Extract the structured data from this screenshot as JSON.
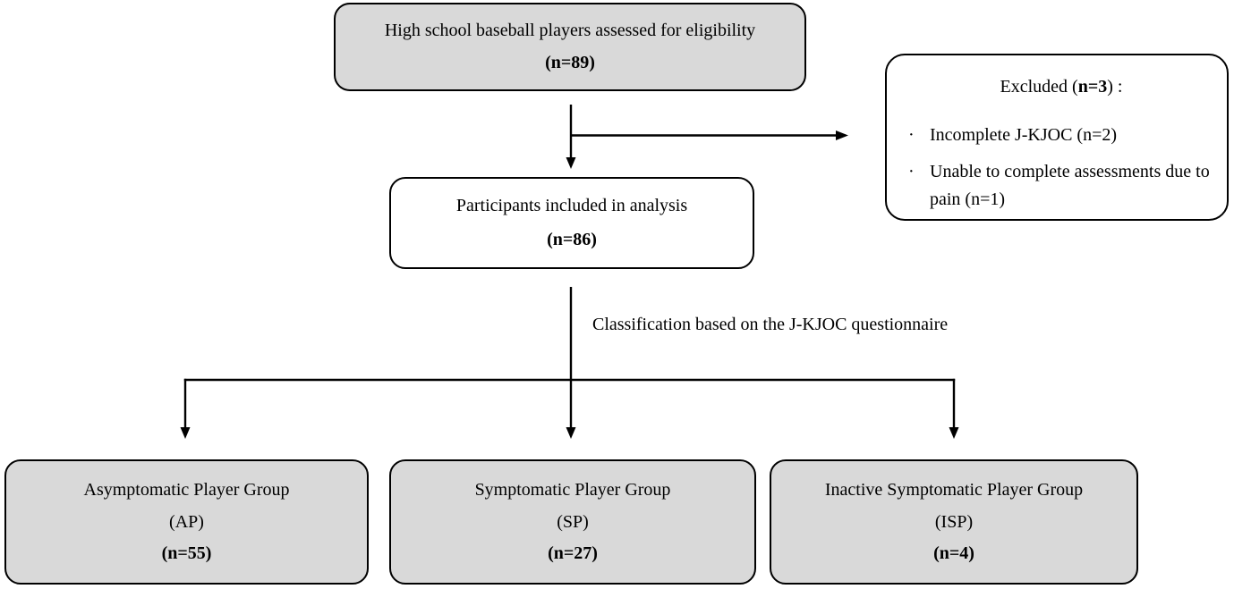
{
  "colors": {
    "box_fill_gray": "#d9d9d9",
    "box_fill_white": "#ffffff",
    "border": "#000000",
    "background": "#ffffff"
  },
  "eligibility_box": {
    "text": "High school baseball players assessed for eligibility",
    "count": "(n=89)"
  },
  "excluded_box": {
    "title_prefix": "Excluded (",
    "title_n": "n=3",
    "title_suffix": ") :",
    "bullet_char": "·",
    "bullets": [
      "Incomplete J-KJOC (n=2)",
      "Unable to complete assessments due to pain (n=1)"
    ]
  },
  "included_box": {
    "text": "Participants included in analysis",
    "count": "(n=86)"
  },
  "classification_label": "Classification based on the J-KJOC questionnaire",
  "group_boxes": [
    {
      "title": "Asymptomatic Player Group",
      "abbr": "(AP)",
      "count": "(n=55)"
    },
    {
      "title": "Symptomatic Player Group",
      "abbr": "(SP)",
      "count": "(n=27)"
    },
    {
      "title": "Inactive Symptomatic Player Group",
      "abbr": "(ISP)",
      "count": "(n=4)"
    }
  ]
}
